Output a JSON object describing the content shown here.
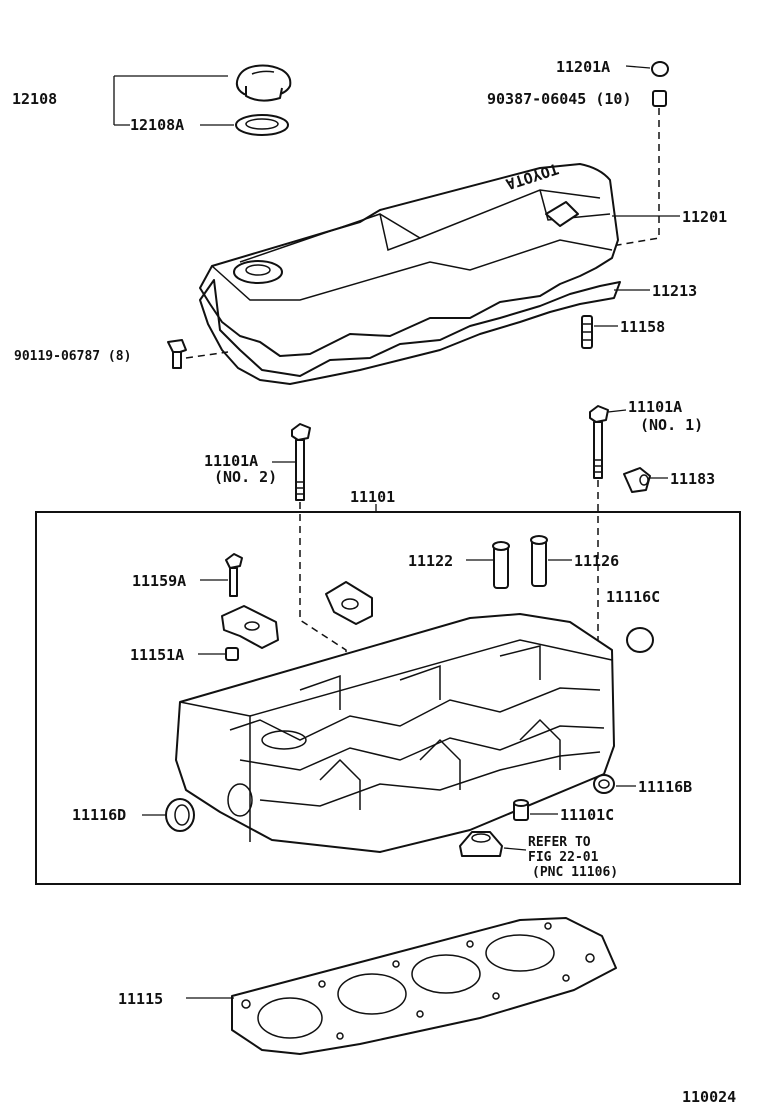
{
  "labels": {
    "p12108": "12108",
    "p12108A": "12108A",
    "p11201A": "11201A",
    "p90387": "90387-06045 (10)",
    "p11201": "11201",
    "p11213": "11213",
    "p11158": "11158",
    "p90119": "90119-06787 (8)",
    "p11101A_no1": "11101A",
    "no1": "(NO. 1)",
    "p11101A_no2": "11101A",
    "no2": "(NO. 2)",
    "p11183": "11183",
    "p11101": "11101",
    "p11122": "11122",
    "p11126": "11126",
    "p11159A": "11159A",
    "p11116C": "11116C",
    "p11151A": "11151A",
    "p11116B": "11116B",
    "p11116D": "11116D",
    "p11101C": "11101C",
    "refer1": "REFER TO",
    "refer2": "FIG 22-01",
    "refer3": "(PNC 11106)",
    "p11115": "11115",
    "figure_number": "110024",
    "cover_logo": "TOYOTA"
  }
}
